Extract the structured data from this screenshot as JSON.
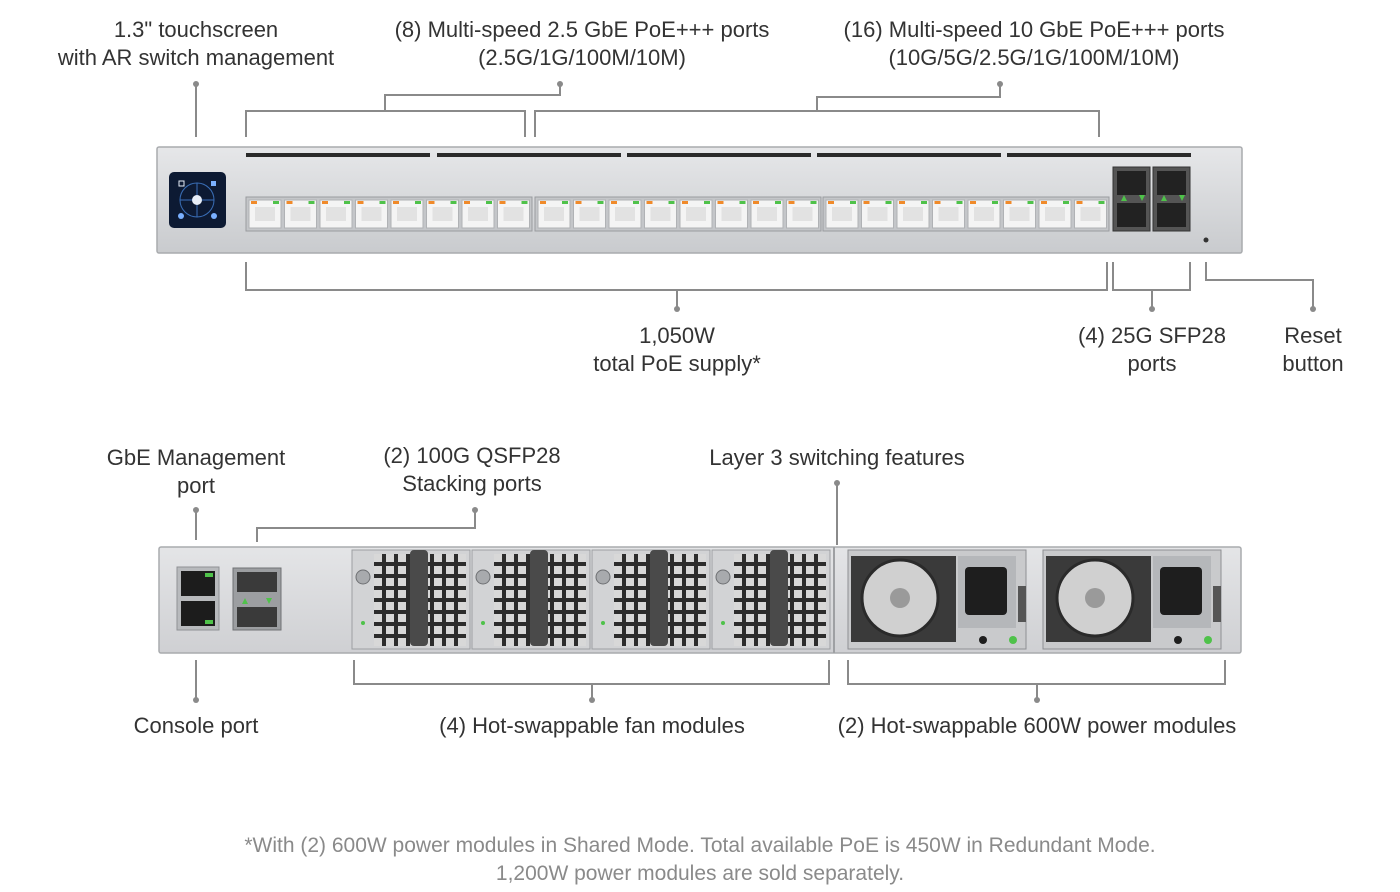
{
  "front": {
    "touchscreen": [
      "1.3\" touchscreen",
      "with AR switch management"
    ],
    "ports_25": [
      "(8) Multi-speed 2.5 GbE PoE+++ ports",
      "(2.5G/1G/100M/10M)"
    ],
    "ports_10": [
      "(16) Multi-speed 10 GbE PoE+++ ports",
      "(10G/5G/2.5G/1G/100M/10M)"
    ],
    "poe_supply": [
      "1,050W",
      "total PoE supply*"
    ],
    "sfp28": [
      "(4) 25G SFP28",
      "ports"
    ],
    "reset": [
      "Reset",
      "button"
    ]
  },
  "rear": {
    "mgmt": [
      "GbE Management",
      "port"
    ],
    "qsfp": [
      "(2) 100G QSFP28",
      "Stacking ports"
    ],
    "layer3": "Layer 3 switching features",
    "console": "Console port",
    "fans": "(4) Hot-swappable fan modules",
    "power": "(2) Hot-swappable 600W power modules"
  },
  "footnote": [
    "*With (2) 600W power modules in Shared Mode. Total available PoE is 450W in Redundant Mode.",
    "1,200W power modules are sold separately."
  ],
  "colors": {
    "chassis": "#d6d8db",
    "port_led": "#4fc24a",
    "port_led_amber": "#f08a2a",
    "screen": "#0d1a33"
  }
}
